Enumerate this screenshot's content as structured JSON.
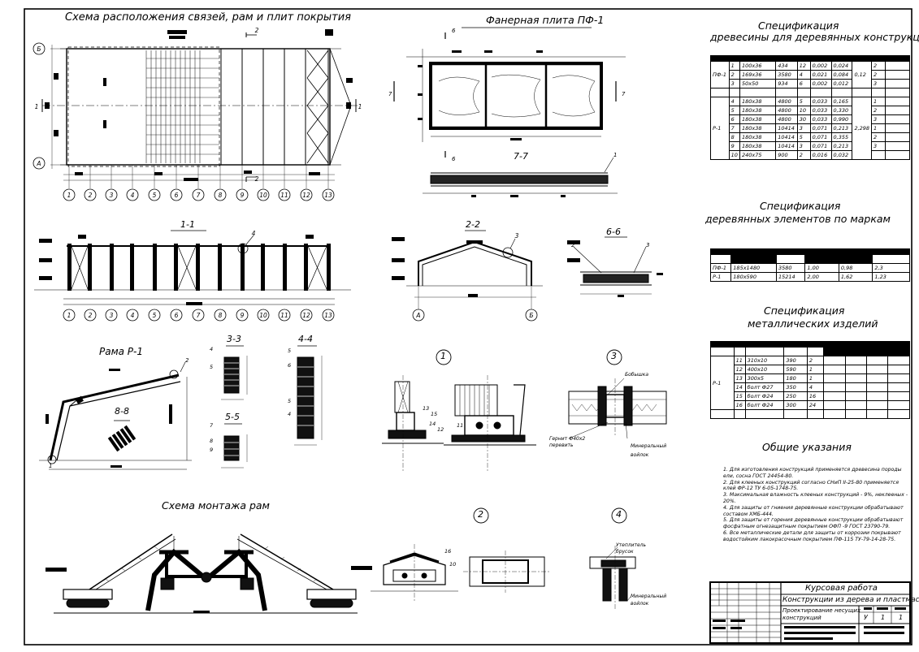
{
  "titles": {
    "scheme": "Схема расположения связей, рам и плит покрытия",
    "plywood_plate": "Фанерная плита ПФ-1",
    "section_1_1": "1-1",
    "section_2_2": "2-2",
    "section_6_6": "6-6",
    "section_7_7": "7-7",
    "frame": "Рама Р-1",
    "section_3_3": "3-3",
    "section_4_4": "4-4",
    "section_5_5": "5-5",
    "section_8_8": "8-8",
    "mount": "Схема монтажа рам",
    "node_1": "1",
    "node_2": "2",
    "node_3": "3",
    "node_4": "4"
  },
  "axes": {
    "numbers": [
      "1",
      "2",
      "3",
      "4",
      "5",
      "6",
      "7",
      "8",
      "9",
      "10",
      "11",
      "12",
      "13"
    ],
    "letters": [
      "Б",
      "А"
    ]
  },
  "small_marks": {
    "m2": "2",
    "m1": "1",
    "m4": "4",
    "m3": "3",
    "m6": "6",
    "m7": "7",
    "m5": "5",
    "m8": "8",
    "m9": "9",
    "m13": "13",
    "m15": "15",
    "m14": "14",
    "m12": "12",
    "m11": "11",
    "m16": "16",
    "m10": "10"
  },
  "node_labels": {
    "bobyshka": "Бобышка",
    "gernit": "Гернит Ф40х2",
    "perevit": "перевить",
    "mineral_1": "Минеральный",
    "mineral_2": "войлок",
    "uteplitel": "Утеплитель",
    "brusok": "брусок"
  },
  "spec_wood": {
    "title1": "Спецификация",
    "title2": "древесины для деревянных конструкций",
    "groups": [
      {
        "mark": "ПФ-1",
        "total": "0,12",
        "rows": [
          [
            "1",
            "100х36",
            "434",
            "12",
            "0,002",
            "0,024",
            "2"
          ],
          [
            "2",
            "169х36",
            "3580",
            "4",
            "0,021",
            "0,084",
            "2"
          ],
          [
            "3",
            "50х50",
            "934",
            "6",
            "0,002",
            "0,012",
            "3"
          ]
        ]
      },
      {
        "mark": "Р-1",
        "total": "2,298",
        "rows": [
          [
            "4",
            "180х38",
            "4800",
            "5",
            "0,033",
            "0,165",
            "1"
          ],
          [
            "5",
            "180х38",
            "4800",
            "10",
            "0,033",
            "0,330",
            "2"
          ],
          [
            "6",
            "180х38",
            "4800",
            "30",
            "0,033",
            "0,990",
            "3"
          ],
          [
            "7",
            "180х38",
            "10414",
            "3",
            "0,071",
            "0,213",
            "1"
          ],
          [
            "8",
            "180х38",
            "10414",
            "5",
            "0,071",
            "0,355",
            "2"
          ],
          [
            "9",
            "180х38",
            "10414",
            "3",
            "0,071",
            "0,213",
            "3"
          ],
          [
            "10",
            "240х75",
            "900",
            "2",
            "0,016",
            "0,032",
            ""
          ]
        ]
      }
    ]
  },
  "spec_elems": {
    "title1": "Спецификация",
    "title2": "деревянных элементов по маркам",
    "rows": [
      [
        "ПФ-1",
        "185х1480",
        "3580",
        "1,00",
        "0,98",
        "2,3"
      ],
      [
        "Р-1",
        "180х590",
        "15214",
        "2,00",
        "1,62",
        "1,23"
      ]
    ]
  },
  "spec_metal": {
    "title1": "Спецификация",
    "title2": "металлических изделий",
    "mark": "Р-1",
    "rows": [
      [
        "11",
        "310х10",
        "390",
        "2"
      ],
      [
        "12",
        "400х10",
        "590",
        "1"
      ],
      [
        "13",
        "300х5",
        "180",
        "1"
      ],
      [
        "14",
        "болт Ф27",
        "350",
        "4"
      ],
      [
        "15",
        "болт Ф24",
        "250",
        "16"
      ],
      [
        "16",
        "болт Ф24",
        "300",
        "24"
      ]
    ]
  },
  "notes": {
    "title": "Общие указания",
    "items": [
      "1. Для изготовления конструкций применяется древесина породы ели, сосна ГОСТ 24454-80.",
      "2. Для клееных конструкций согласно СНиП II-25-80 применяется клей ФР-12 ТУ 6-05-1748-75.",
      "3. Максимальная влажность клееных конструкций - 9%, неклееных - 20%.",
      "4. Для защиты от гниения деревянные конструкции обрабатывают составом ХМБ-444.",
      "5. Для защиты от горения деревянные конструкции обрабатывают фосфатным огнезащитным покрытием ОФП -9 ГОСТ 23790-79.",
      "6. Все металлические детали для защиты от коррозии покрывают водостойким лакокрасочным покрытием ПФ-115 ТУ-79-14-28-75."
    ]
  },
  "stamp": {
    "work": "Курсовая работа",
    "subject": "Конструкции из дерева и пластмасс",
    "topic1": "Проектирование несущих",
    "topic2": "конструкций",
    "stage": "У",
    "sheet": "1",
    "sheets": "1"
  }
}
